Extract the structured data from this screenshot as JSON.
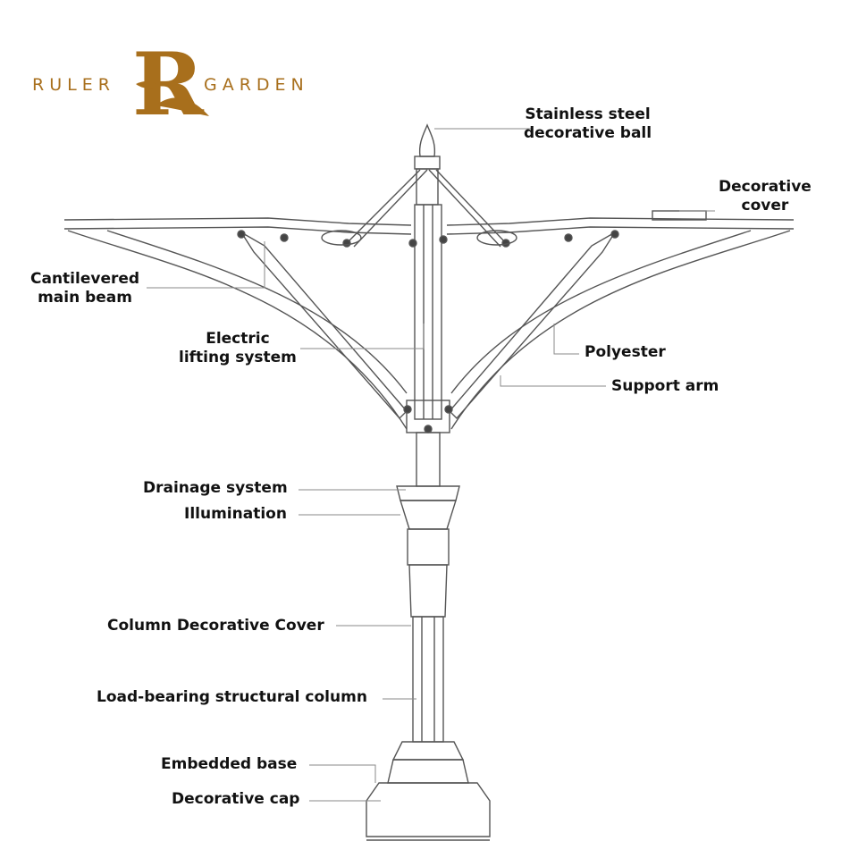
{
  "brand": {
    "left_word": "RULER",
    "right_word": "GARDEN",
    "monogram": "R",
    "color": "#a86f1c"
  },
  "labels": {
    "stainless_ball": [
      "Stainless steel",
      "decorative ball"
    ],
    "decorative_cover_top": [
      "Decorative",
      "cover"
    ],
    "cantilevered_beam": [
      "Cantilevered",
      "main beam"
    ],
    "electric_lifting": [
      "Electric",
      "lifting system"
    ],
    "polyester": "Polyester",
    "support_arm": "Support arm",
    "drainage": "Drainage system",
    "illumination": "Illumination",
    "column_cover": "Column Decorative Cover",
    "load_column": "Load-bearing structural column",
    "embedded_base": "Embedded base",
    "decorative_cap": "Decorative cap"
  },
  "colors": {
    "line": "#555555",
    "leader": "#8a8a8a",
    "text": "#111111"
  }
}
